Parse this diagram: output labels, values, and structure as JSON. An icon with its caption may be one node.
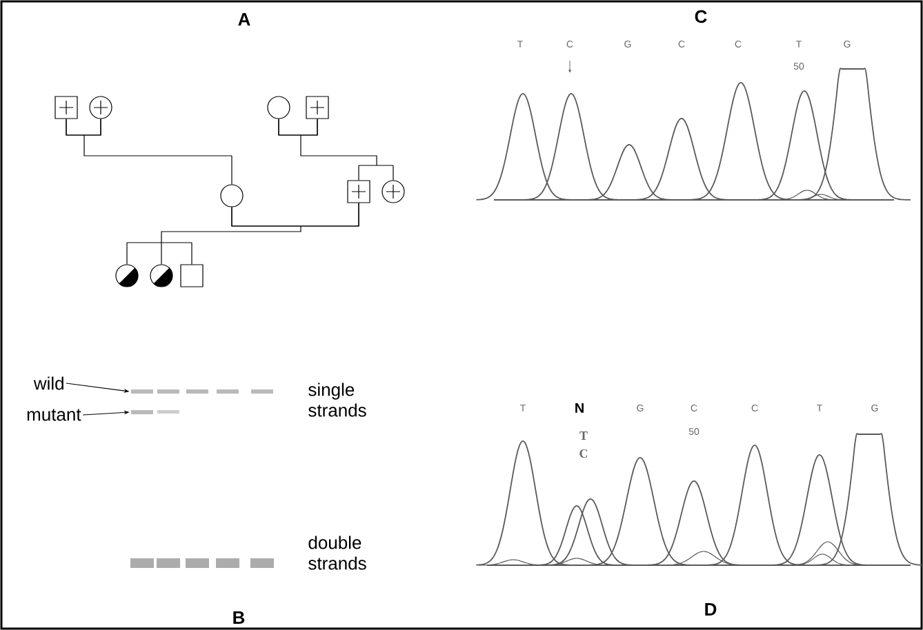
{
  "diagram": {
    "nodes": [
      {
        "text": [],
        "shape": "box"
      },
      {
        "text": [],
        "shape": "circle"
      },
      {
        "text": [],
        "shape": "circle"
      },
      {
        "text": [],
        "shape": "box"
      },
      {
        "text": [],
        "shape": "circle"
      },
      {
        "text": [],
        "shape": "box"
      },
      {
        "text": [],
        "shape": "circle"
      },
      {
        "text": [],
        "shape": "circle"
      },
      {
        "text": [],
        "shape": "circle"
      },
      {
        "text": [],
        "shape": "box"
      },
      {
        "text": [
          "wild"
        ]
      },
      {
        "text": [
          "mutant"
        ]
      },
      {
        "text": [],
        "shape": "bar"
      },
      {
        "text": [],
        "shape": "bar"
      }
    ],
    "edges": [
      {
        "from": 0,
        "to": 1,
        "arrow": "none"
      },
      {
        "from": 0,
        "to": 4,
        "arrow": "none"
      },
      {
        "from": 1,
        "to": 4,
        "arrow": "none"
      },
      {
        "from": 2,
        "to": 3,
        "arrow": "none"
      },
      {
        "from": 2,
        "to": 5,
        "arrow": "none"
      },
      {
        "from": 2,
        "to": 6,
        "arrow": "none"
      },
      {
        "from": 3,
        "to": 5,
        "arrow": "none"
      },
      {
        "from": 3,
        "to": 6,
        "arrow": "none"
      },
      {
        "from": 4,
        "to": 5,
        "arrow": "none"
      },
      {
        "from": 4,
        "to": 7,
        "arrow": "none"
      },
      {
        "from": 4,
        "to": 8,
        "arrow": "none"
      },
      {
        "from": 4,
        "to": 9,
        "arrow": "none"
      },
      {
        "from": 5,
        "to": 7,
        "arrow": "none"
      },
      {
        "from": 5,
        "to": 8,
        "arrow": "none"
      },
      {
        "from": 5,
        "to": 9,
        "arrow": "none"
      },
      {
        "from": 10,
        "to": 12,
        "arrow": "to"
      },
      {
        "from": 11,
        "to": 13,
        "arrow": "to"
      }
    ],
    "labels": [
      "A",
      "single strands",
      "double strands",
      "B",
      "C",
      "T",
      "C",
      "G",
      "C",
      "C",
      "T",
      "G",
      "50",
      "T",
      "N",
      "G",
      "C",
      "C",
      "T",
      "G",
      "T",
      "C",
      "50",
      "D"
    ]
  }
}
